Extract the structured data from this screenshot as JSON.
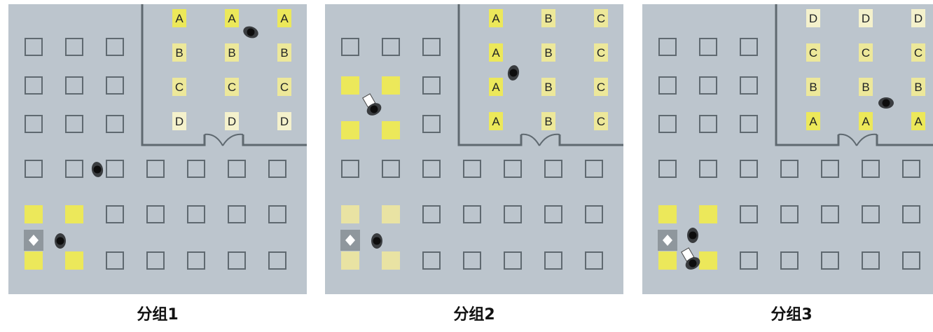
{
  "panels": [
    {
      "caption": "分组1",
      "room_labels": [
        "A",
        "A",
        "A",
        "B",
        "B",
        "B",
        "C",
        "C",
        "C",
        "D",
        "D",
        "D"
      ],
      "room_label_style": [
        "yellow",
        "yellow",
        "yellow",
        "yellow-light",
        "yellow-light",
        "yellow-light",
        "yellow-light",
        "yellow-light",
        "yellow-light",
        "pale",
        "pale",
        "pale"
      ],
      "yellow_desks": [
        "left-cluster"
      ],
      "people": [
        "person-in-room",
        "person-in-hall",
        "person-at-desk"
      ]
    },
    {
      "caption": "分组2",
      "room_labels": [
        "A",
        "B",
        "C",
        "A",
        "B",
        "C",
        "A",
        "B",
        "C",
        "A",
        "B",
        "C"
      ],
      "room_label_style": [
        "yellow",
        "yellow-light",
        "yellow-light",
        "yellow",
        "yellow-light",
        "yellow-light",
        "yellow",
        "yellow-light",
        "yellow-light",
        "yellow",
        "yellow-light",
        "yellow-light"
      ],
      "yellow_desks": [
        "upper-cluster",
        "left-cluster-faded"
      ],
      "people": [
        "person-in-room",
        "person-moving",
        "person-at-desk"
      ]
    },
    {
      "caption": "分组3",
      "room_labels": [
        "D",
        "D",
        "D",
        "C",
        "C",
        "C",
        "B",
        "B",
        "B",
        "A",
        "A",
        "A"
      ],
      "room_label_style": [
        "pale",
        "pale",
        "pale",
        "yellow-light",
        "yellow-light",
        "yellow-light",
        "yellow-light",
        "yellow-light",
        "yellow-light",
        "yellow",
        "yellow",
        "yellow"
      ],
      "yellow_desks": [
        "left-cluster"
      ],
      "people": [
        "person-in-room",
        "person-moving",
        "person-at-desk"
      ]
    }
  ],
  "colors": {
    "background": "#bcc5cd",
    "desk_border": "#5f6970",
    "wall": "#5f6970",
    "yellow": "#ece85a",
    "yellow_light": "#ede89a",
    "pale": "#f4f1cc",
    "faded_yellow": "#e9e3a3"
  }
}
